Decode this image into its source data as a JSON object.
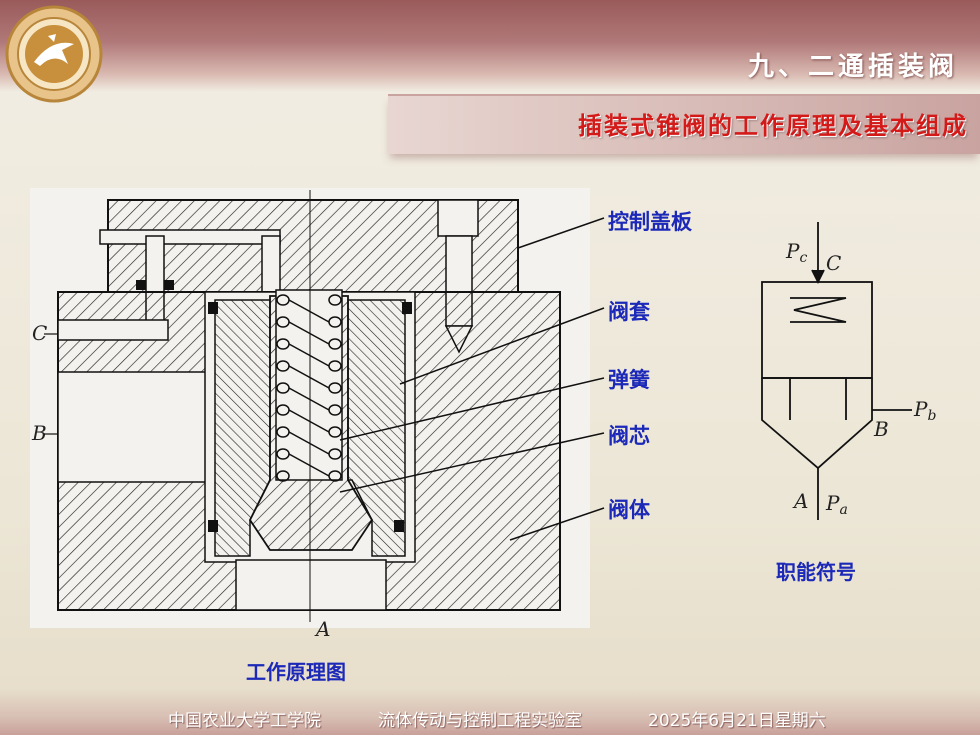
{
  "header": {
    "section_title": "九、二通插装阀",
    "subtitle": "插装式锥阀的工作原理及基本组成"
  },
  "diagram": {
    "callouts": [
      "控制盖板",
      "阀套",
      "弹簧",
      "阀芯",
      "阀体"
    ],
    "port_labels": {
      "c": "C",
      "b": "B",
      "a": "A"
    },
    "caption": "工作原理图"
  },
  "symbol": {
    "caption": "职能符号",
    "labels": {
      "pc": "P",
      "pc_sub": "c",
      "c": "C",
      "pb": "P",
      "pb_sub": "b",
      "b": "B",
      "a": "A",
      "pa": "P",
      "pa_sub": "a"
    }
  },
  "footer": {
    "org": "中国农业大学工学院",
    "lab": "流体传动与控制工程实验室",
    "date": "2025年6月21日星期六"
  },
  "colors": {
    "header": "#9a5a5a",
    "subtitle_text": "#d41919",
    "label_text": "#1b28b8",
    "line": "#1a1a1a"
  }
}
